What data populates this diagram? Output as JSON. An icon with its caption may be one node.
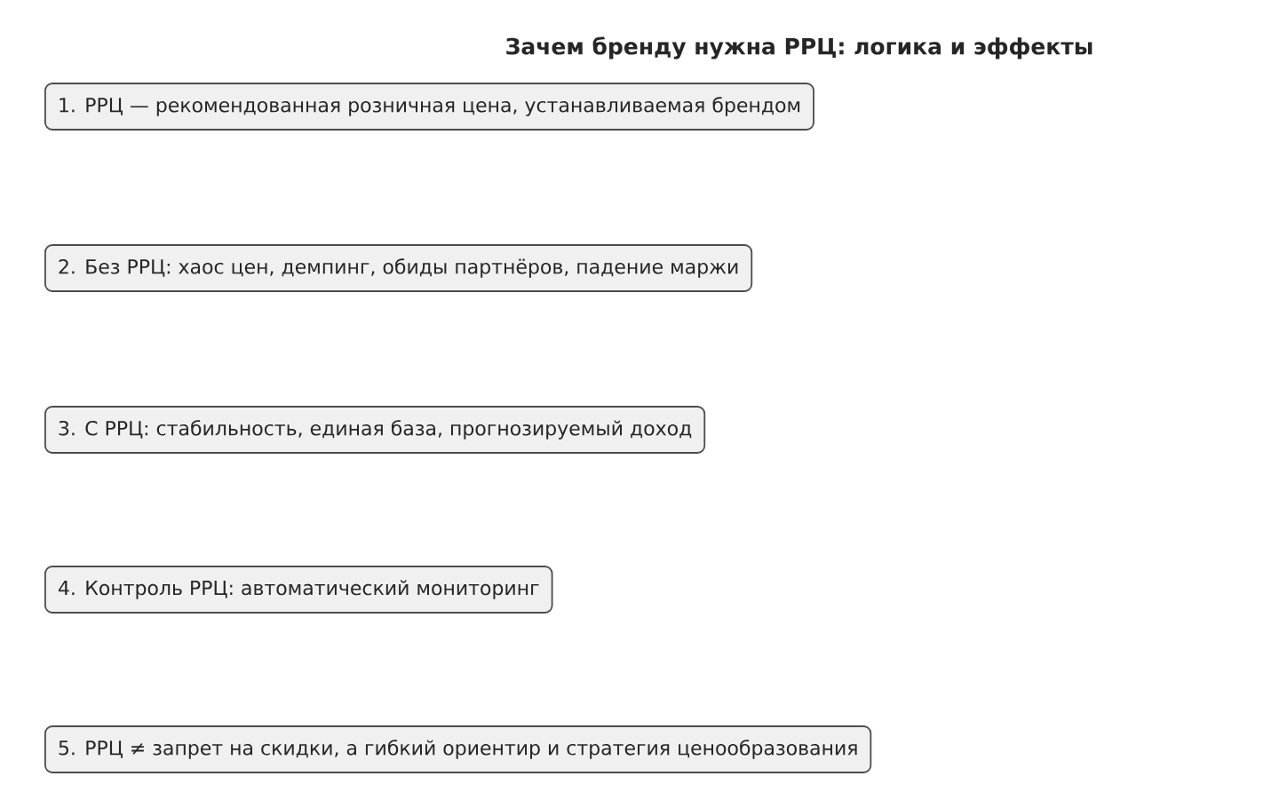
{
  "diagram": {
    "title": "Зачем бренду нужна РРЦ: логика и эффекты",
    "nodes": [
      {
        "text": [
          "1. РРЦ — рекомендованная розничная цена, устанавливаемая брендом"
        ]
      },
      {
        "text": [
          "2. Без РРЦ: хаос цен, демпинг, обиды партнёров, падение маржи"
        ]
      },
      {
        "text": [
          "3. С РРЦ: стабильность, единая база, прогнозируемый доход"
        ]
      },
      {
        "text": [
          "4. Контроль РРЦ: автоматический мониторинг"
        ]
      },
      {
        "text": [
          "5. РРЦ ≠ запрет на скидки, а гибкий ориентир и стратегия ценообразования"
        ]
      }
    ]
  }
}
